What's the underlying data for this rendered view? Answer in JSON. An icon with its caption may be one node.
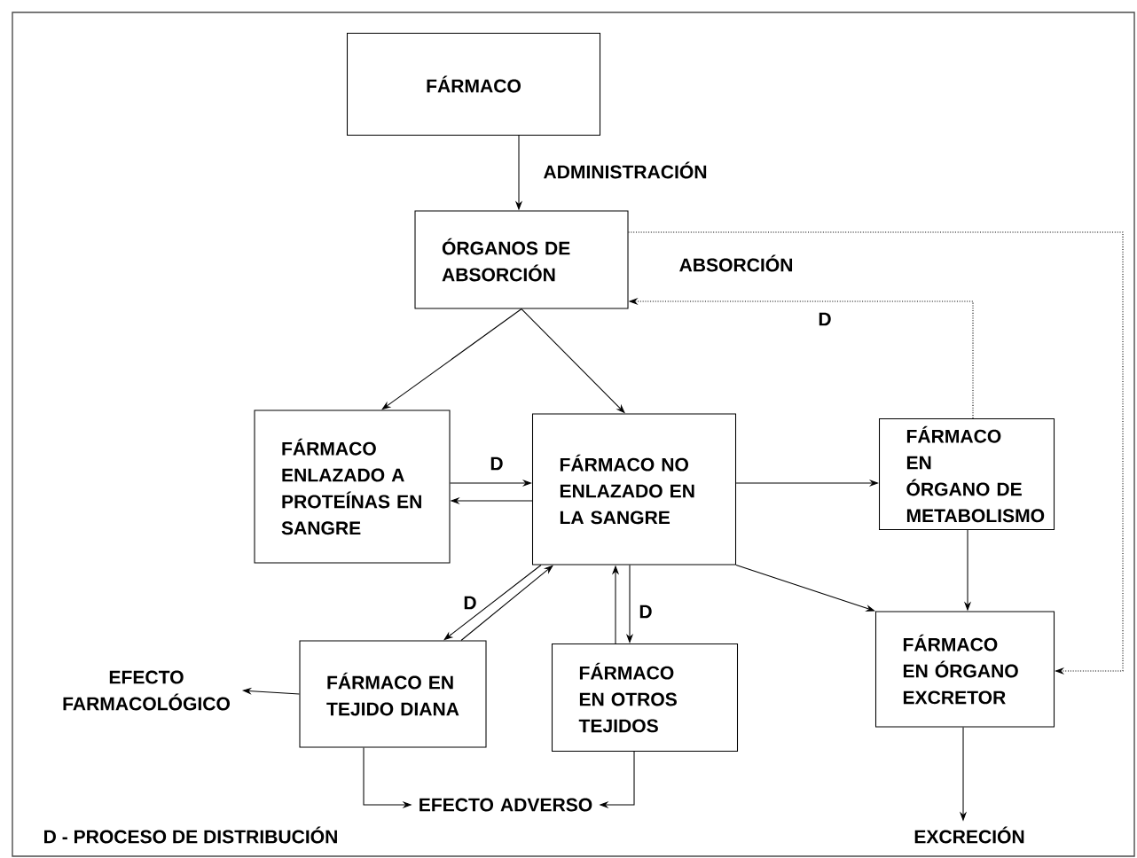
{
  "diagram": {
    "nodes": [
      {
        "text": [
          "FÁRMACO"
        ]
      },
      {
        "text": [
          "ÓRGANOS DE ABSORCIÓN"
        ]
      },
      {
        "text": [
          "FÁRMACO ENLAZADO A PROTEÍNAS EN SANGRE"
        ]
      },
      {
        "text": [
          "FÁRMACO NO ENLAZADO EN LA SANGRE"
        ]
      },
      {
        "text": [
          "FÁRMACO EN ÓRGANO DE METABOLISMO"
        ]
      },
      {
        "text": [
          "FÁRMACO EN TEJIDO DIANA"
        ]
      },
      {
        "text": [
          "FÁRMACO EN OTROS TEJIDOS"
        ]
      },
      {
        "text": [
          "FÁRMACO EN ÓRGANO EXCRETOR"
        ]
      },
      {
        "text": [
          "EFECTO FARMACOLÓGICO"
        ]
      },
      {
        "text": [
          "EFECTO ADVERSO"
        ]
      },
      {
        "text": [
          "EXCRECIÓN"
        ]
      }
    ],
    "edges": [
      {
        "from": 0,
        "to": 1,
        "arrow": "to",
        "label": "ADMINISTRACIÓN"
      },
      {
        "from": 1,
        "to": 2,
        "arrow": "to"
      },
      {
        "from": 1,
        "to": 3,
        "arrow": "to"
      },
      {
        "from": 2,
        "to": 3,
        "arrow": "to",
        "label": "D"
      },
      {
        "from": 3,
        "to": 2,
        "arrow": "to"
      },
      {
        "from": 3,
        "to": 4,
        "arrow": "to"
      },
      {
        "from": 4,
        "to": 1,
        "arrow": "to",
        "style": "dashed",
        "label": "D"
      },
      {
        "from": 1,
        "to": 7,
        "arrow": "to",
        "style": "dashed"
      },
      {
        "from": 3,
        "to": 5,
        "arrow": "to",
        "label": "D"
      },
      {
        "from": 5,
        "to": 3,
        "arrow": "to"
      },
      {
        "from": 3,
        "to": 6,
        "arrow": "to",
        "label": "D"
      },
      {
        "from": 6,
        "to": 3,
        "arrow": "to"
      },
      {
        "from": 4,
        "to": 7,
        "arrow": "to"
      },
      {
        "from": 3,
        "to": 7,
        "arrow": "to"
      },
      {
        "from": 5,
        "to": 8,
        "arrow": "to"
      },
      {
        "from": 5,
        "to": 9,
        "arrow": "to"
      },
      {
        "from": 6,
        "to": 9,
        "arrow": "to"
      },
      {
        "from": 7,
        "to": 10,
        "arrow": "to"
      }
    ],
    "labels": [
      "ABSORCIÓN",
      "D - PROCESO DE DISTRIBUCIÓN"
    ]
  }
}
